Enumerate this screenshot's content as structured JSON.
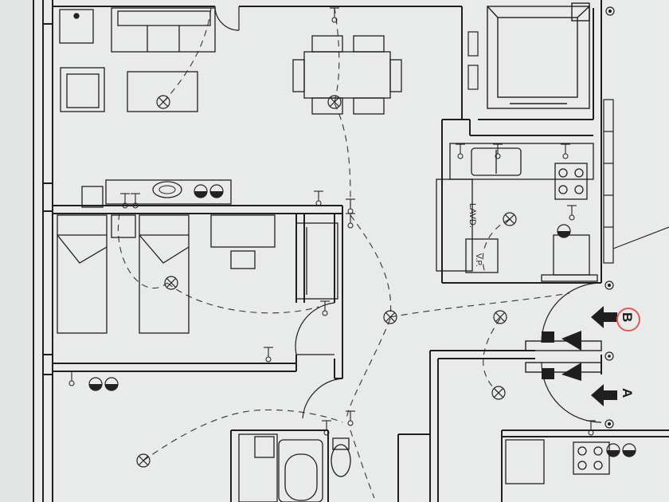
{
  "labels": {
    "kitchen_appliance": "LAVD.",
    "kitchen_cabinet": "V.P.",
    "marker_a": "A",
    "marker_b": "B"
  },
  "colors": {
    "paper": "#e9ebea",
    "ink": "#1f1f1f",
    "highlight_circle": "#e05a5a"
  },
  "icons": [
    "light-fixture-icon",
    "switch-icon",
    "socket-icon",
    "arrow-icon",
    "door-swing-icon"
  ]
}
